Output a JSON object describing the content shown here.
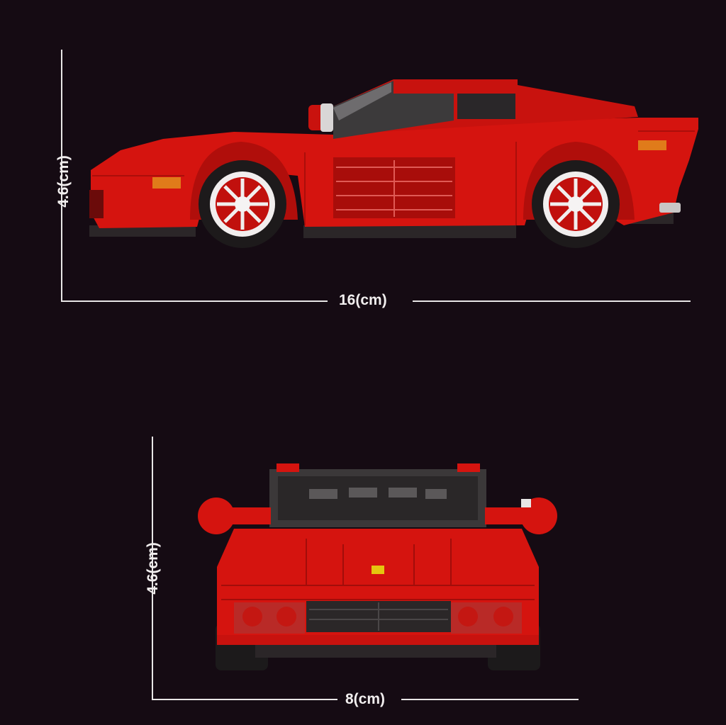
{
  "side_view": {
    "height_label": "4.6(cm)",
    "length_label": "16(cm)"
  },
  "front_view": {
    "height_label": "4.6(cm)",
    "width_label": "8(cm)"
  },
  "colors": {
    "background": "#150b13",
    "body_red": "#d5140f",
    "dark_red": "#9e0c0a",
    "dimension_line": "#e8e6e6"
  }
}
